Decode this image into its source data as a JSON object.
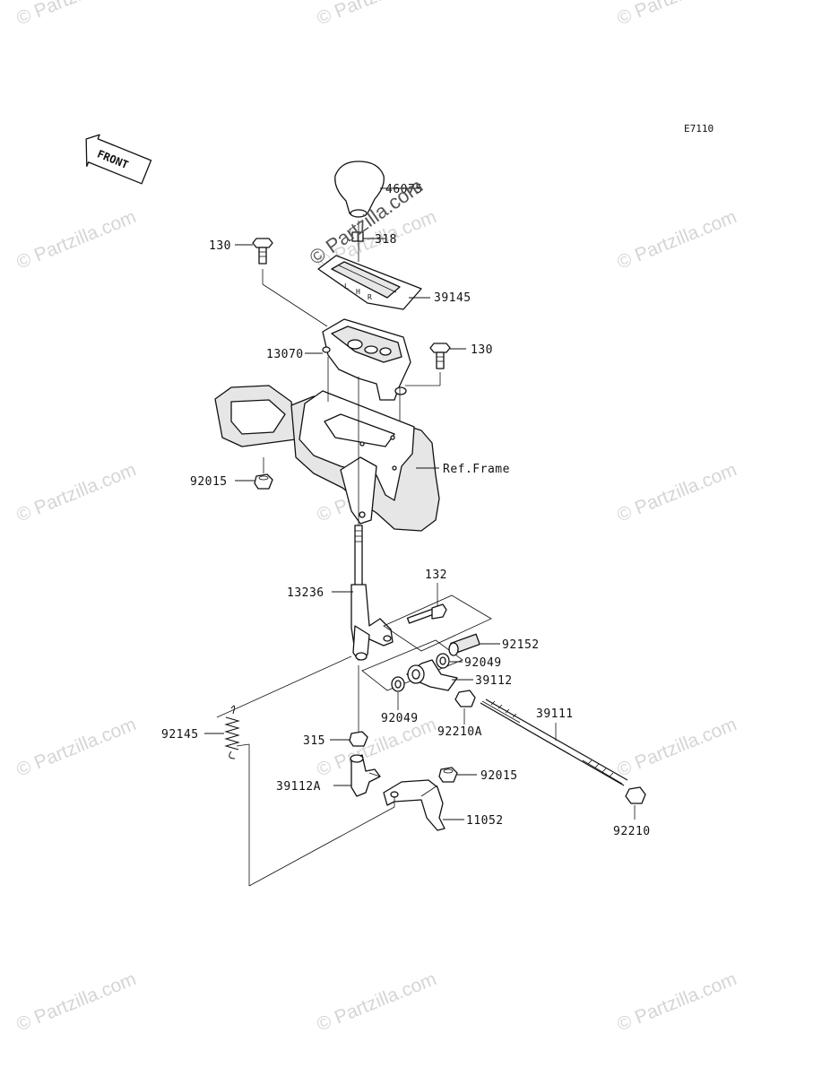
{
  "diagram_code": "E7110",
  "front_label": "FRONT",
  "watermark_text": "© Partzilla.com",
  "watermark_color": "#c8c8c8",
  "reference_label": "Ref.Frame",
  "parts": [
    {
      "id": "46075"
    },
    {
      "id": "318"
    },
    {
      "id": "130"
    },
    {
      "id": "39145"
    },
    {
      "id": "13070"
    },
    {
      "id": "92015"
    },
    {
      "id": "13236"
    },
    {
      "id": "132"
    },
    {
      "id": "92152"
    },
    {
      "id": "92049"
    },
    {
      "id": "39112"
    },
    {
      "id": "92145"
    },
    {
      "id": "39111"
    },
    {
      "id": "315"
    },
    {
      "id": "92210A"
    },
    {
      "id": "39112A"
    },
    {
      "id": "11052"
    },
    {
      "id": "92210"
    }
  ]
}
